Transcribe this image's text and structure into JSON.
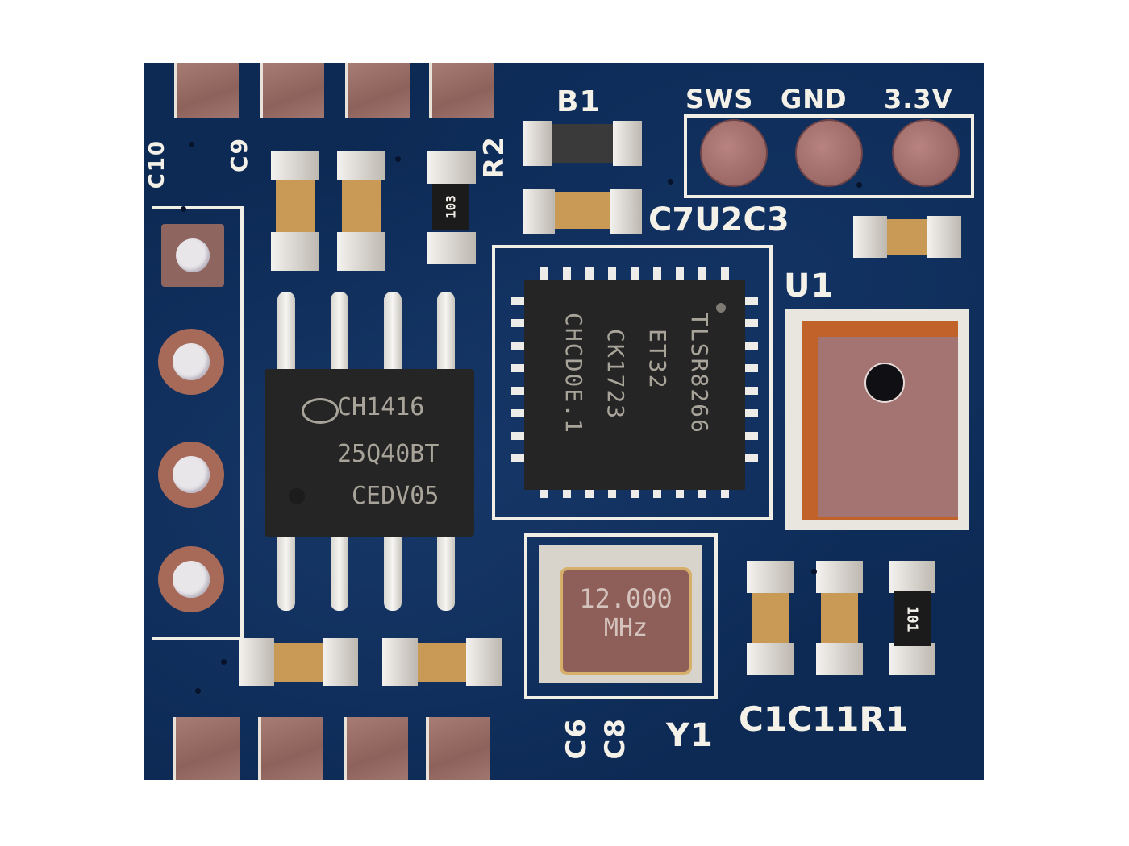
{
  "image": {
    "subject": "Blue PCB module with Telink BLE SoC",
    "board_color": "#0d2a55",
    "silkscreen_color": "#f4f1e8"
  },
  "silkscreen": {
    "header_labels": [
      "SWS",
      "GND",
      "3.3V"
    ],
    "refdes": {
      "b1": "B1",
      "r2": "R2",
      "c9": "C9",
      "c10": "C10",
      "c7u2c3": "C7U2C3",
      "u1": "U1",
      "y1": "Y1",
      "c6": "C6",
      "c8": "C8",
      "c1c11r1": "C1C11R1"
    }
  },
  "components": {
    "soc": {
      "lines": [
        "TLSR8266",
        "ET32",
        "CK1723",
        "CHCD0E.1"
      ]
    },
    "flash": {
      "lines": [
        "CH1416",
        "25Q40BT",
        "CEDV05"
      ]
    },
    "crystal": {
      "lines": [
        "12.000",
        "MHz"
      ]
    },
    "resistor_r2_marking": "103",
    "resistor_r1_marking": "101"
  },
  "pads": {
    "top_count": 4,
    "bottom_count": 4,
    "left_through_holes": 4,
    "header_round_pads": 3
  }
}
